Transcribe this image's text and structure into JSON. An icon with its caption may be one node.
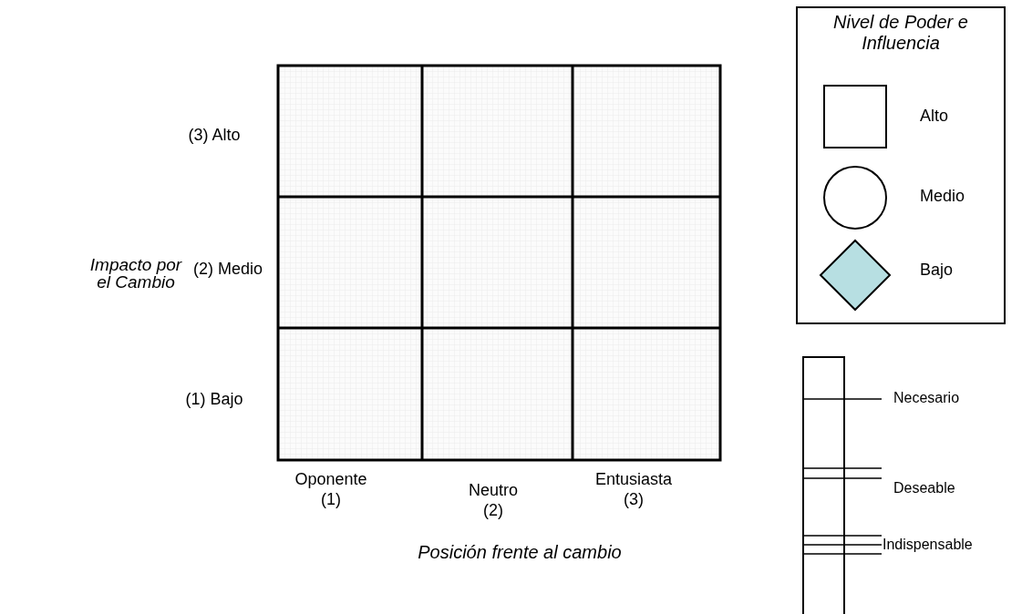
{
  "diagram": {
    "nodes": [
      {
        "text": [
          "Nivel de Poder e Influencia"
        ]
      }
    ],
    "labels": [
      "(3) Alto",
      "Impacto por el Cambio",
      "(2) Medio",
      "(1) Bajo",
      "Oponente (1)",
      "Neutro (2)",
      "Entusiasta (3)",
      "Posición frente al cambio",
      "Necesario",
      "Deseable",
      "Indispensable"
    ],
    "legend": [
      {
        "text": "Alto"
      },
      {
        "text": "Medio"
      },
      {
        "text": "Bajo",
        "color": "#b7dfe2"
      }
    ]
  }
}
